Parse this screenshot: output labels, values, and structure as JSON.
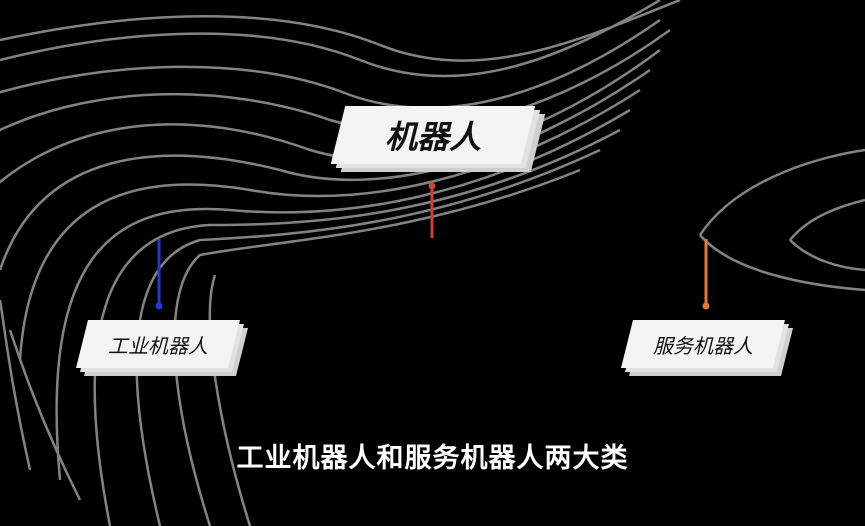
{
  "diagram": {
    "root": {
      "label": "机器人"
    },
    "children": [
      {
        "label": "工业机器人",
        "color": "#2a35d8"
      },
      {
        "label": "服务机器人",
        "color": "#e07a3c"
      }
    ],
    "connector_colors": {
      "stem": "#c2443a",
      "left": "#2a35d8",
      "right": "#e07a3c"
    }
  },
  "subtitle": "工业机器人和服务机器人两大类"
}
